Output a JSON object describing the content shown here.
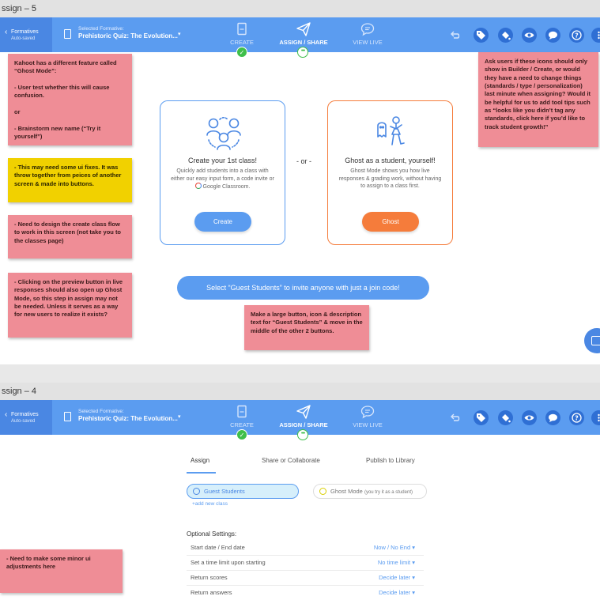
{
  "frames": [
    {
      "label": "ssign – 5",
      "header": {
        "home_title": "Formatives",
        "home_sub": "Auto-saved",
        "selected_label": "Selected Formative:",
        "selected_title": "Prehistoric Quiz: The Evolution...",
        "steps": [
          "CREATE",
          "ASSIGN / SHARE",
          "VIEW LIVE"
        ]
      },
      "notes_left": [
        "Kahoot has a different feature called “Ghost Mode”:\n\n- User test whether this will cause confusion.\n\n   or\n\n- Brainstorm new name (“Try it yourself”)",
        "- This may need some ui fixes. It was throw together from peices of another screen & made into buttons.",
        "- Need to design the create class flow to work in this screen (not take you to the classes page)",
        "- Clicking on the preview button in live responses should also open up Ghost Mode, so this step in assign may not be needed. Unless it serves as a way for new users to realize it exists?"
      ],
      "note_right": "Ask users if these icons should only show in Builder / Create, or would they have a need to change things (standards / type / personalization) last minute when assigning? Would it be helpful for us to add tool tips such as “looks like you didn’t tag any standards, click here if you’d like to track student growth!”",
      "note_center": "Make a large button, icon & description text for “Guest Students” & move in the middle of the other 2 buttons.",
      "create_card": {
        "title": "Create your 1st class!",
        "desc_1": "Quickly add students into a class with either our easy input form, a code invite or",
        "desc_2": "Google Classroom.",
        "button": "Create"
      },
      "or_text": "- or -",
      "ghost_card": {
        "title": "Ghost as a student, yourself!",
        "desc": "Ghost Mode shows you how live responses & grading work, without having to assign to a class first.",
        "button": "Ghost"
      },
      "guest_button": "Select “Guest Students” to invite anyone with just a join code!"
    },
    {
      "label": "ssign – 4",
      "header": {
        "home_title": "Formatives",
        "home_sub": "Auto-saved",
        "selected_label": "Selected Formative:",
        "selected_title": "Prehistoric Quiz: The Evolution...",
        "steps": [
          "CREATE",
          "ASSIGN / SHARE",
          "VIEW LIVE"
        ]
      },
      "tabs": [
        "Assign",
        "Share or Collaborate",
        "Publish to Library"
      ],
      "guest_pill": "Guest Students",
      "ghost_pill": "Ghost Mode",
      "ghost_pill_sub": "(you try it as a student)",
      "add_class": "+add new class",
      "optional_title": "Optional Settings:",
      "settings": [
        {
          "label": "Start date / End date",
          "value": "Now / No End"
        },
        {
          "label": "Set a time limit upon starting",
          "value": "No time limit"
        },
        {
          "label": "Return scores",
          "value": "Decide later"
        },
        {
          "label": "Return answers",
          "value": "Decide later"
        }
      ],
      "note": "- Need to make some minor ui adjustments here"
    }
  ],
  "icons": [
    "undo-icon",
    "tag-icon",
    "paint-bucket-icon",
    "eye-icon",
    "chat-icon",
    "help-icon",
    "more-icon"
  ],
  "colors": {
    "header_blue": "#5b9cf0",
    "header_dark": "#4a87e3",
    "orange": "#f57c3b",
    "sticky_pink": "#ef8d96",
    "sticky_yellow": "#f1d100",
    "success_green": "#3fbf4a"
  }
}
